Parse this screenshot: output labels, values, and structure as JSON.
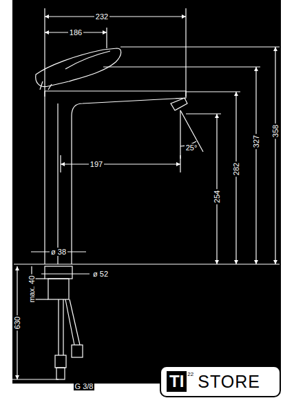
{
  "diagram": {
    "nodes": [
      {
        "text": [
          "TI",
          "22",
          "STORE"
        ]
      }
    ],
    "labels": [
      "232",
      "186",
      "197",
      "25°",
      "358",
      "327",
      "282",
      "254",
      "ø 38",
      "ø 52",
      "max. 40",
      "630",
      "G 3/8"
    ]
  }
}
